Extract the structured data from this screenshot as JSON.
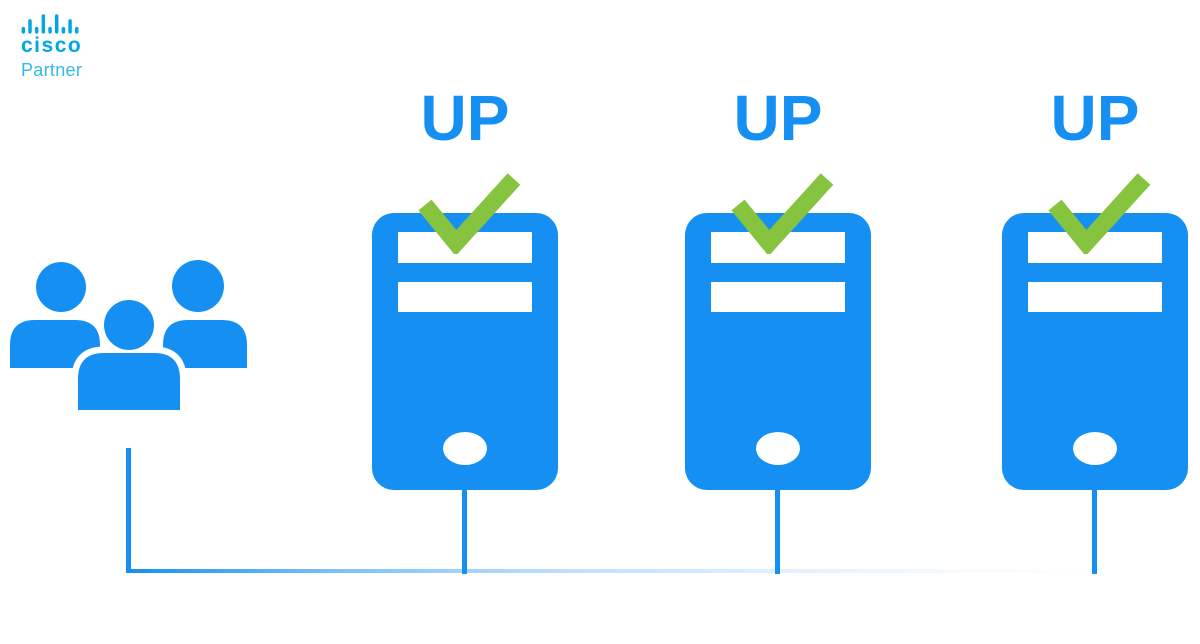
{
  "brand": {
    "logo_icon": "cisco-bridge-icon",
    "wordmark": "cisco",
    "subtitle": "Partner"
  },
  "colors": {
    "accent_blue": "#1590f2",
    "check_green": "#86c440",
    "cisco_cyan": "#00a7e2",
    "partner_blue": "#35b7e8",
    "background": "#ffffff"
  },
  "icons": {
    "users": "users-group-icon",
    "server": "server-tower-icon",
    "check": "checkmark-icon"
  },
  "diagram": {
    "description": "Group of users connected to three servers, all reporting UP status",
    "servers": [
      {
        "name": "server-1",
        "status_label": "UP",
        "checked": true
      },
      {
        "name": "server-2",
        "status_label": "UP",
        "checked": true
      },
      {
        "name": "server-3",
        "status_label": "UP",
        "checked": true
      }
    ]
  }
}
